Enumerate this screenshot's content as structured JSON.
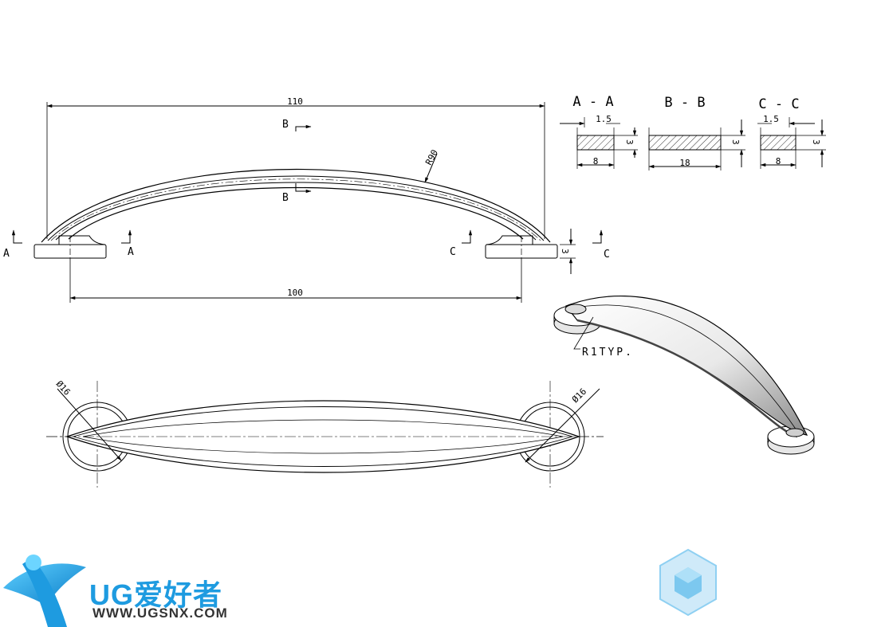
{
  "dimensions": {
    "overall_length": "110",
    "hole_spacing": "100",
    "arc_radius": "R90",
    "base_height": "3",
    "diameter_left": "Ø16",
    "diameter_right": "Ø16",
    "fillet_note": "R1TYP."
  },
  "section_markers": {
    "a_left": "A",
    "a_right": "A",
    "b_top": "B",
    "b_bottom": "B",
    "c_left": "C",
    "c_right": "C"
  },
  "sections": [
    {
      "title": "A - A",
      "width": "8",
      "height": "3",
      "offset": "1.5"
    },
    {
      "title": "B - B",
      "width": "18",
      "height": "3"
    },
    {
      "title": "C - C",
      "width": "8",
      "height": "3",
      "offset": "1.5"
    }
  ],
  "logo": {
    "name": "UG爱好者",
    "url": "WWW.UGSNX.COM",
    "brand_color": "#1e9be0"
  }
}
